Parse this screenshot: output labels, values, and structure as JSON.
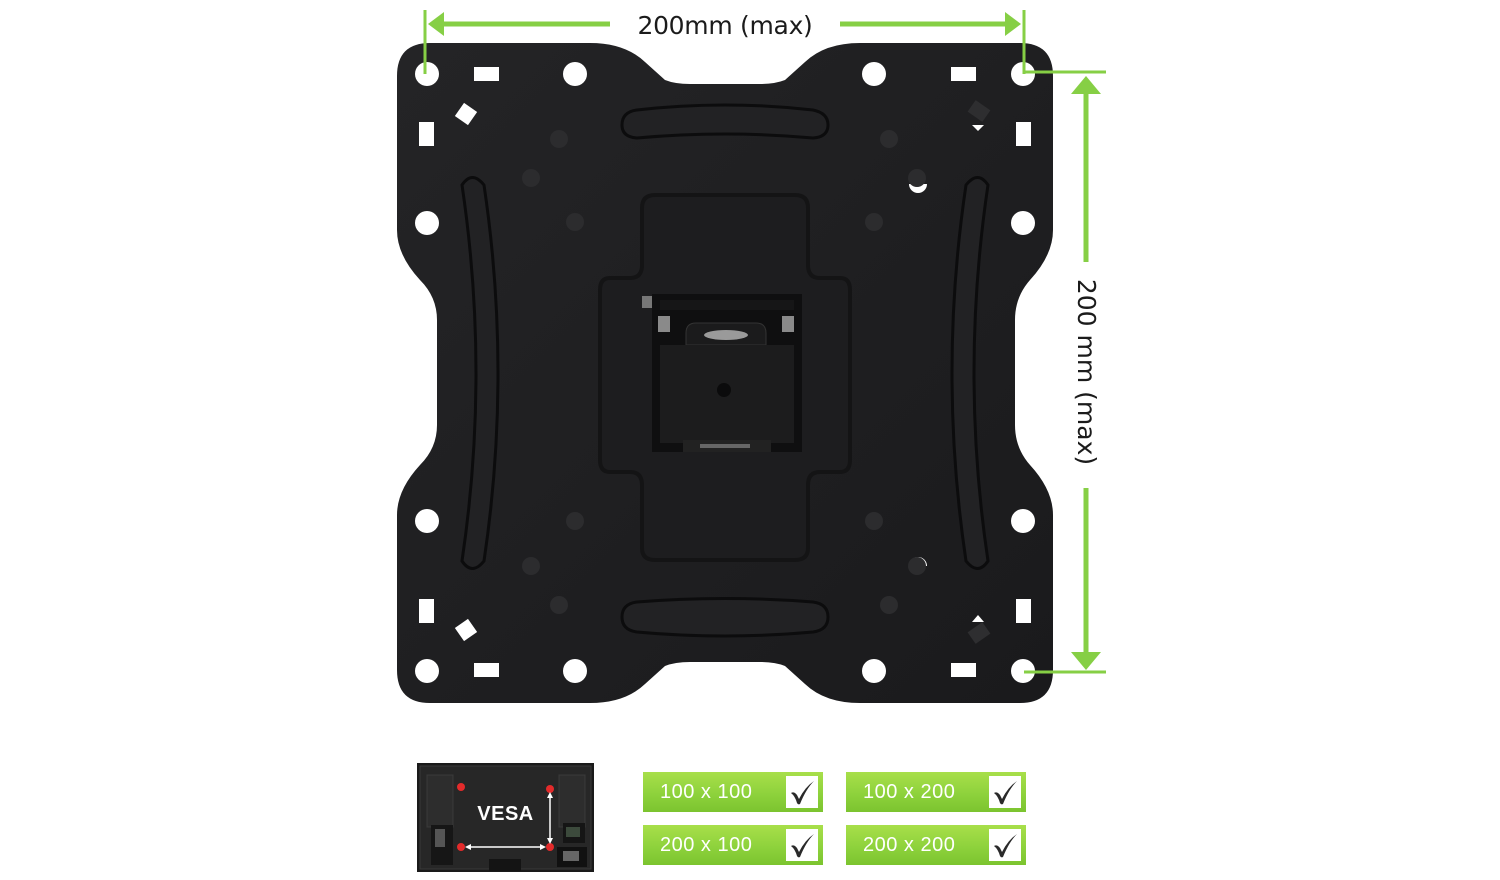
{
  "diagram": {
    "subject": "TV wall mount bracket plate (rear view)",
    "dimensions": {
      "horizontal_label": "200mm (max)",
      "vertical_label": "200 mm (max)"
    },
    "accent_color": "#8ed23c",
    "plate_color": "#1f1f21"
  },
  "vesa_thumbnail": {
    "label": "VESA"
  },
  "compatibility": {
    "items": [
      {
        "label": "100 x 100",
        "checked": true,
        "check_icon": "checkmark-icon"
      },
      {
        "label": "100 x 200",
        "checked": true,
        "check_icon": "checkmark-icon"
      },
      {
        "label": "200 x 100",
        "checked": true,
        "check_icon": "checkmark-icon"
      },
      {
        "label": "200 x 200",
        "checked": true,
        "check_icon": "checkmark-icon"
      }
    ]
  }
}
